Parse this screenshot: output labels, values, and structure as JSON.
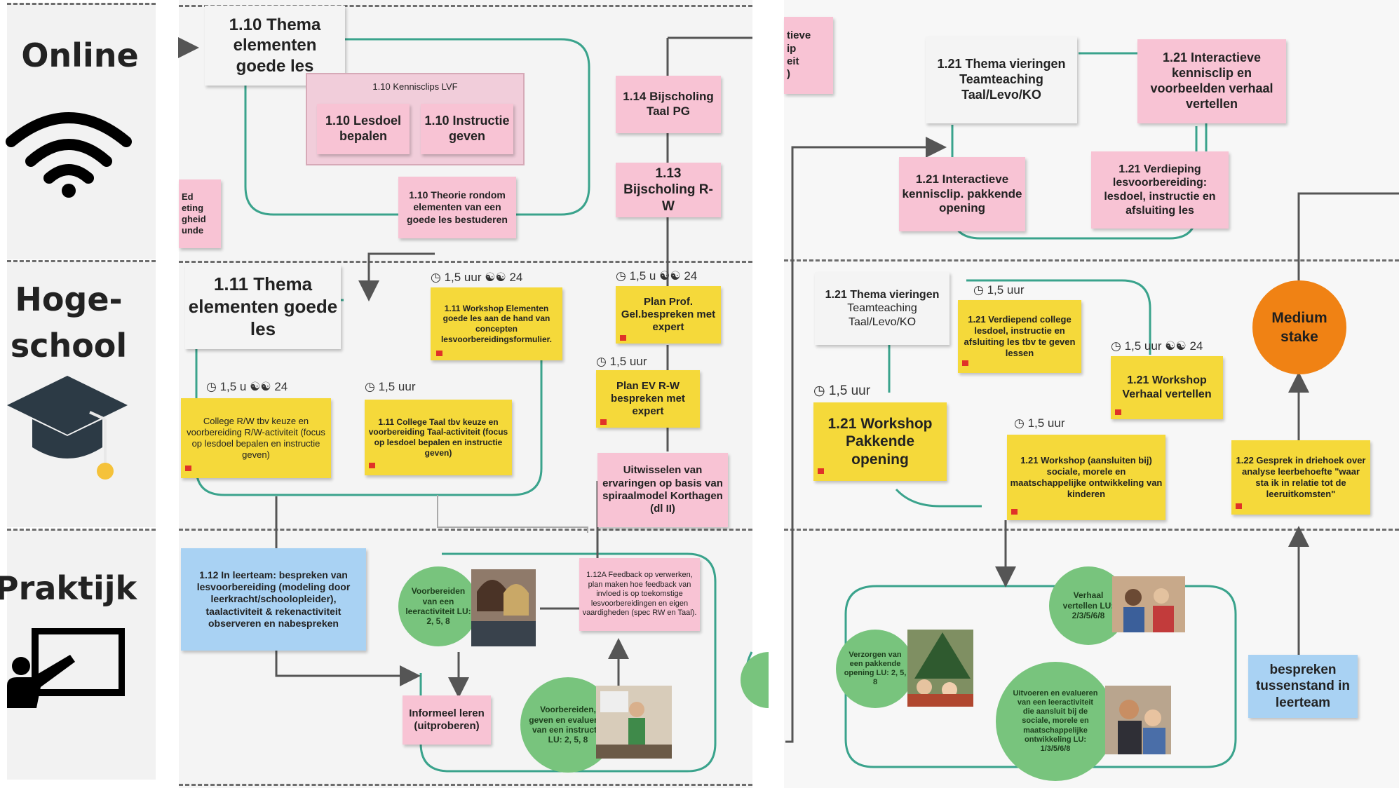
{
  "lanes": {
    "online": "Online",
    "hogeschool_1": "Hoge-",
    "hogeschool_2": "school",
    "praktijk": "Praktijk"
  },
  "colors": {
    "pink_note": "#f8c3d4",
    "yellow_note": "#f5d93a",
    "blue_note": "#a9d2f3",
    "green_circle": "#78c47d",
    "orange_circle": "#f08214",
    "connector_teal": "#3aa38c",
    "connector_dark": "#555555"
  },
  "left_panel": {
    "thema_110": "1.10 Thema elementen goede les",
    "kennisclips_frame": "1.10 Kennisclips LVF",
    "lesdoel": "1.10 Lesdoel bepalen",
    "instructie": "1.10 Instructie geven",
    "theorie": "1.10 Theorie rondom elementen van een goede les bestuderen",
    "partial_left": "Ed\neting\ngheid\nunde",
    "bijscholing_taal": "1.14 Bijscholing Taal PG",
    "bijscholing_rw": "1.13 Bijscholing R-W",
    "thema_111": "1.11 Thema elementen goede les",
    "workshop_111": "1.11 Workshop Elementen goede les aan de hand van concepten lesvoorbereidingsformulier.",
    "workshop_111_time": "1,5 uur",
    "workshop_111_count": "24",
    "plan_prof": "Plan Prof. Gel.bespreken met expert",
    "plan_prof_time": "1,5 u",
    "plan_prof_count": "24",
    "plan_ev": "Plan EV R-W bespreken met expert",
    "plan_ev_time": "1,5 uur",
    "college_rw": "College R/W tbv keuze en voorbereiding R/W-activiteit (focus op lesdoel bepalen en instructie geven)",
    "college_rw_time": "1,5 u",
    "college_rw_count": "24",
    "college_taal": "1.11 College Taal tbv keuze en voorbereiding Taal-activiteit (focus op lesdoel bepalen en instructie geven)",
    "college_taal_time": "1,5 uur",
    "uitwisselen": "Uitwisselen van ervaringen op basis van spiraalmodel Korthagen (dl II)",
    "leerteam_112": "1.12 In leerteam: bespreken van lesvoorbereiding (modeling door leerkracht/schoolopleider), taalactiviteit & rekenactiviteit observeren en nabespreken",
    "voorbereiden_circle": "Voorbereiden van een leeractiviteit LU: 2, 5, 8",
    "feedback_112a": "1.12A Feedback op verwerken, plan maken hoe feedback van invloed is op toekomstige lesvoorbereidingen en eigen vaardigheden (spec RW en Taal).",
    "informeel": "Informeel leren (uitproberen)",
    "voorbereiden_geven": "Voorbereiden, geven en evalueren van een instructie LU: 2, 5, 8"
  },
  "right_panel": {
    "partial_top": "tieve\nip\neit\n)",
    "thema_vieringen_online": "1.21 Thema vieringen Teamteaching Taal/Levo/KO",
    "interactieve_verhaal": "1.21 Interactieve kennisclip en voorbeelden verhaal vertellen",
    "interactieve_opening": "1.21 Interactieve kennisclip. pakkende opening",
    "verdieping": "1.21 Verdieping lesvoorbereiding: lesdoel, instructie en afsluiting les",
    "thema_vieringen_hs_title": "1.21 Thema vieringen",
    "thema_vieringen_hs_sub1": "Teamteaching",
    "thema_vieringen_hs_sub2": "Taal/Levo/KO",
    "verdiepend_college": "1.21 Verdiepend college lesdoel, instructie en afsluiting les tbv te geven lessen",
    "verdiepend_college_time": "1,5 uur",
    "workshop_verhaal": "1.21 Workshop Verhaal vertellen",
    "workshop_verhaal_time": "1,5 uur",
    "workshop_verhaal_count": "24",
    "workshop_pakkende": "1.21 Workshop Pakkende opening",
    "workshop_pakkende_time": "1,5 uur",
    "workshop_sociale": "1.21 Workshop (aansluiten bij) sociale, morele en maatschappelijke ontwikkeling van kinderen",
    "workshop_sociale_time": "1,5 uur",
    "medium_stake": "Medium stake",
    "gesprek_122": "1.22 Gesprek in driehoek over analyse leerbehoefte \"waar sta ik in relatie tot de leeruitkomsten\"",
    "verhaal_circle": "Verhaal vertellen LU: 2/3/5/6/8",
    "verzorgen_circle": "Verzorgen van een pakkende opening LU: 2, 5, 8",
    "uitvoeren_circle": "Uitvoeren en evalueren van een leeractiviteit die aansluit bij de sociale, morele en maatschappelijke ontwikkeling LU: 1/3/5/6/8",
    "bespreken": "bespreken tussenstand in leerteam"
  }
}
